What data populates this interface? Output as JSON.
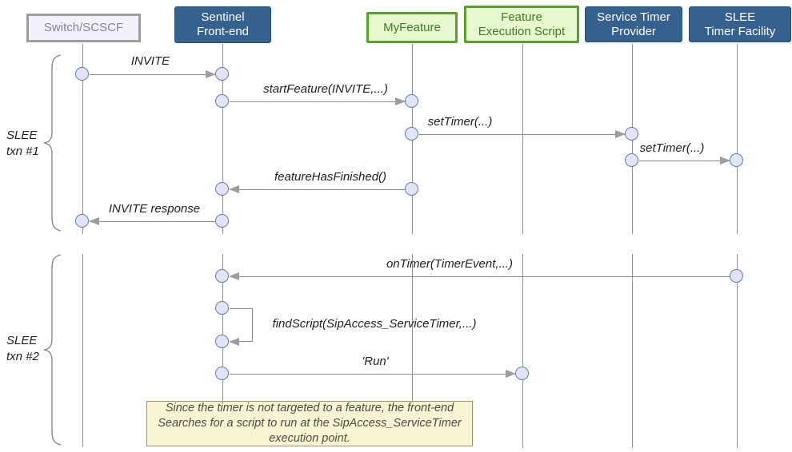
{
  "participants": [
    {
      "id": "switch-scscf",
      "label": "Switch/SCSCF",
      "style": "plain"
    },
    {
      "id": "sentinel-front-end",
      "label": "Sentinel\nFront-end",
      "style": "blue"
    },
    {
      "id": "myfeature",
      "label": "MyFeature",
      "style": "green"
    },
    {
      "id": "feature-execution-script",
      "label": "Feature\nExecution Script",
      "style": "green"
    },
    {
      "id": "service-timer-provider",
      "label": "Service Timer\nProvider",
      "style": "blue"
    },
    {
      "id": "slee-timer-facility",
      "label": "SLEE\nTimer Facility",
      "style": "blue"
    }
  ],
  "messages": [
    {
      "label": "INVITE",
      "from": "switch-scscf",
      "to": "sentinel-front-end"
    },
    {
      "label": "startFeature(INVITE,...)",
      "from": "sentinel-front-end",
      "to": "myfeature"
    },
    {
      "label": "setTimer(...)",
      "from": "myfeature",
      "to": "service-timer-provider"
    },
    {
      "label": "setTimer(...)",
      "from": "service-timer-provider",
      "to": "slee-timer-facility"
    },
    {
      "label": "featureHasFinished()",
      "from": "myfeature",
      "to": "sentinel-front-end"
    },
    {
      "label": "INVITE response",
      "from": "sentinel-front-end",
      "to": "switch-scscf"
    },
    {
      "label": "onTimer(TimerEvent,...)",
      "from": "slee-timer-facility",
      "to": "sentinel-front-end"
    },
    {
      "label": "findScript(SipAccess_ServiceTimer,...)",
      "from": "sentinel-front-end",
      "to": "sentinel-front-end"
    },
    {
      "label": "'Run'",
      "from": "sentinel-front-end",
      "to": "feature-execution-script"
    }
  ],
  "groups": [
    {
      "label": "SLEE\ntxn #1"
    },
    {
      "label": "SLEE\ntxn #2"
    }
  ],
  "note": {
    "text": "Since the timer is not targeted to a feature, the front-end\nSearches for a script to run at the SipAccess_ServiceTimer\nexecution point."
  },
  "colors": {
    "blue_box_bg": "#35618f",
    "green_box_bg": "#e7f7cf",
    "green_box_border": "#5ca02c",
    "plain_box_bg": "#f3f2fb",
    "plain_box_border": "#9e9e9e",
    "node_fill": "#e4e4f8",
    "node_border": "#5f7db3",
    "line": "#8c8c8c",
    "note_bg": "#f7f5d2",
    "note_border": "#99995c"
  }
}
